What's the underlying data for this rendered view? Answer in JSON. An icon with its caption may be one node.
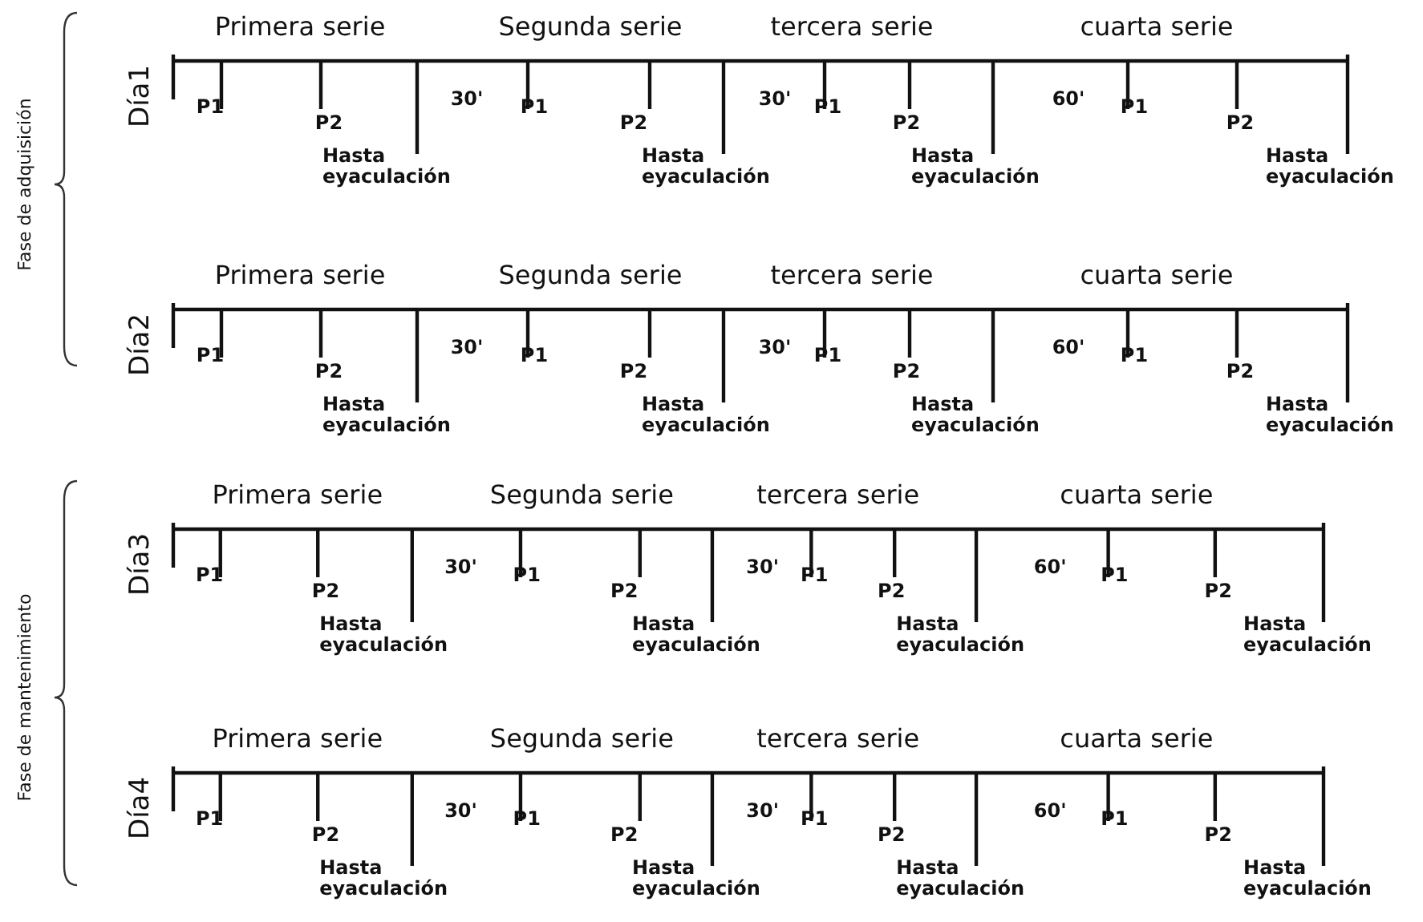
{
  "diagram": {
    "labels": [
      "Fase de adquisición",
      "Primera serie",
      "Segunda serie",
      "tercera serie",
      "cuarta serie",
      "Día1",
      "P1",
      "P2",
      "30'",
      "P1",
      "P2",
      "30'",
      "P1",
      "P2",
      "60'",
      "P1",
      "P2",
      "Hasta eyaculación",
      "Hasta eyaculación",
      "Hasta eyaculación",
      "Hasta eyaculación",
      "Primera serie",
      "Segunda serie",
      "tercera serie",
      "cuarta serie",
      "Día2",
      "P1",
      "P2",
      "30'",
      "P1",
      "P2",
      "30'",
      "P1",
      "P2",
      "60'",
      "P1",
      "P2",
      "Hasta eyaculación",
      "Hasta eyaculación",
      "Hasta eyaculación",
      "Hasta eyaculación",
      "Fase de mantenimiento",
      "Primera serie",
      "Segunda serie",
      "tercera serie",
      "cuarta serie",
      "Día3",
      "P1",
      "P2",
      "30'",
      "P1",
      "P2",
      "30'",
      "P1",
      "P2",
      "60'",
      "P1",
      "P2",
      "Hasta eyaculación",
      "Hasta eyaculación",
      "Hasta eyaculación",
      "Hasta eyaculación",
      "Primera serie",
      "Segunda serie",
      "tercera serie",
      "cuarta serie",
      "Día4",
      "P1",
      "P2",
      "30'",
      "P1",
      "P2",
      "30'",
      "P1",
      "P2",
      "60'",
      "P1",
      "P2",
      "Hasta eyaculación",
      "Hasta eyaculación",
      "Hasta eyaculación",
      "Hasta eyaculación"
    ]
  }
}
